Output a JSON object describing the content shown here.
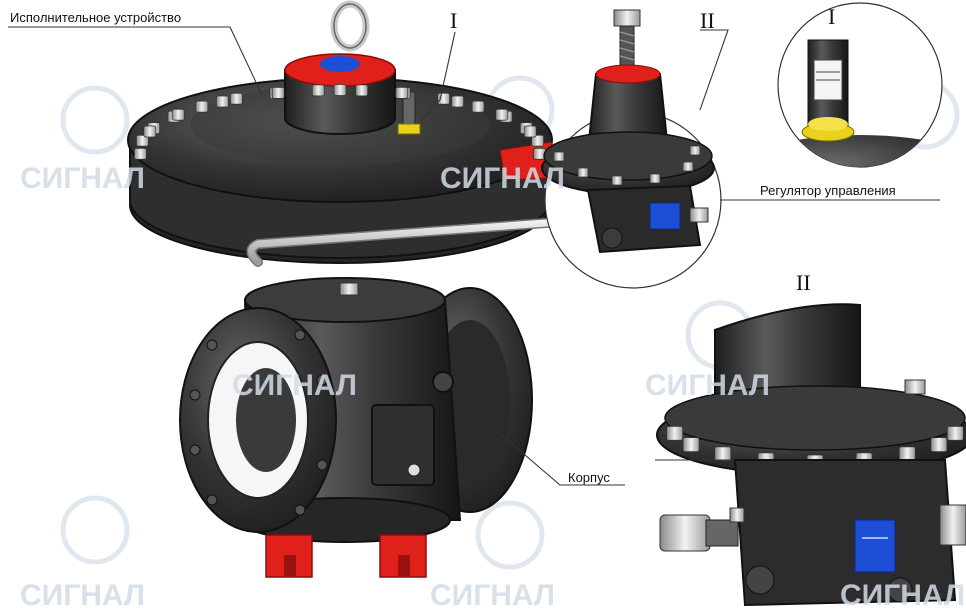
{
  "labels": {
    "actuator": "Исполнительное устройство",
    "pilot": "Регулятор управления",
    "body": "Корпус"
  },
  "detail_marks": {
    "one_main": "I",
    "two_main": "II",
    "one_inset": "I",
    "two_inset": "II"
  },
  "watermark": {
    "text": "СИГНАЛ"
  },
  "colors": {
    "metal_dark": "#2b2b2b",
    "metal_mid": "#4a4a4a",
    "accent_red": "#e0201a",
    "accent_yellow": "#e8d21c",
    "accent_blue": "#1d4fd6",
    "watermark": "#d7dfe8"
  }
}
